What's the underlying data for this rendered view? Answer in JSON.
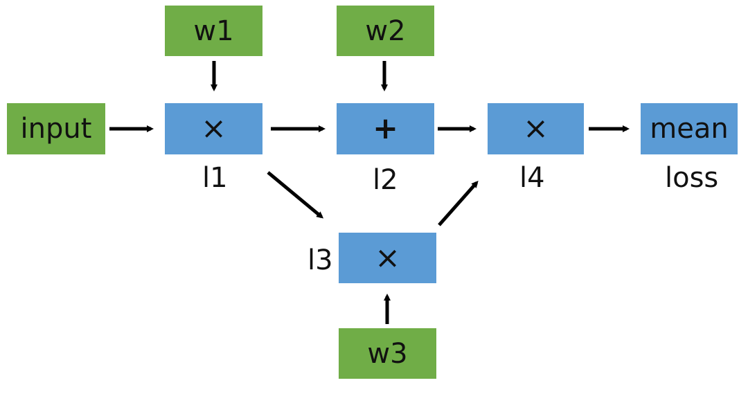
{
  "colors": {
    "input_node": "#70AD47",
    "op_node": "#5B9BD5",
    "text": "#111111",
    "arrow": "#000000"
  },
  "inputs": {
    "input": "input",
    "w1": "w1",
    "w2": "w2",
    "w3": "w3"
  },
  "ops": {
    "mul1": "×",
    "add": "+",
    "mul3": "×",
    "mul4": "×",
    "mean": "mean"
  },
  "labels": {
    "l1": "l1",
    "l2": "l2",
    "l3": "l3",
    "l4": "l4",
    "loss": "loss"
  },
  "edges": [
    {
      "from": "input",
      "to": "l1"
    },
    {
      "from": "w1",
      "to": "l1"
    },
    {
      "from": "l1",
      "to": "l2"
    },
    {
      "from": "w2",
      "to": "l2"
    },
    {
      "from": "l1",
      "to": "l3"
    },
    {
      "from": "w3",
      "to": "l3"
    },
    {
      "from": "l2",
      "to": "l4"
    },
    {
      "from": "l3",
      "to": "l4"
    },
    {
      "from": "l4",
      "to": "loss"
    }
  ]
}
